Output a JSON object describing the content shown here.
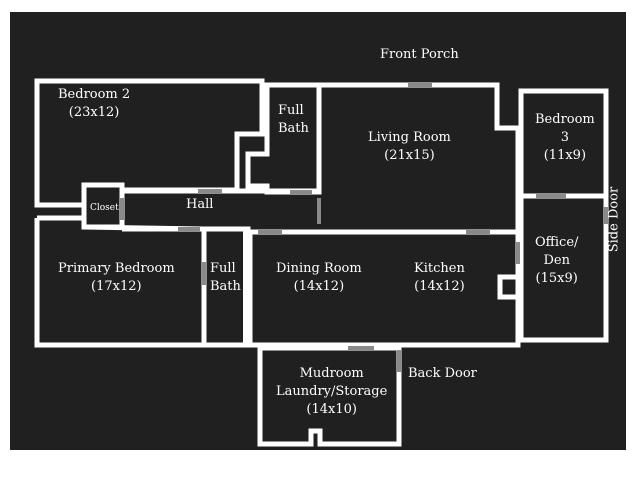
{
  "colors": {
    "background": "#202020",
    "walls": "#ffffff",
    "doors": "#8a8a8a",
    "page": "#ffffff"
  },
  "labels": {
    "front_porch": "Front Porch",
    "side_door": "Side Door",
    "back_door": "Back Door",
    "hall": "Hall",
    "closet": "Closet"
  },
  "rooms": {
    "bedroom2": {
      "name": "Bedroom 2",
      "dims": "(23x12)"
    },
    "full_bath_top": {
      "line1": "Full",
      "line2": "Bath"
    },
    "living_room": {
      "name": "Living Room",
      "dims": "(21x15)"
    },
    "bedroom3": {
      "line1": "Bedroom",
      "line2": "3",
      "dims": "(11x9)"
    },
    "primary_bedroom": {
      "name": "Primary Bedroom",
      "dims": "(17x12)"
    },
    "full_bath_bottom": {
      "line1": "Full",
      "line2": "Bath"
    },
    "dining_room": {
      "name": "Dining Room",
      "dims": "(14x12)"
    },
    "kitchen": {
      "name": "Kitchen",
      "dims": "(14x12)"
    },
    "office": {
      "line1": "Office/",
      "line2": "Den",
      "dims": "(15x9)"
    },
    "mudroom": {
      "line1": "Mudroom",
      "line2": "Laundry/Storage",
      "dims": "(14x10)"
    }
  }
}
